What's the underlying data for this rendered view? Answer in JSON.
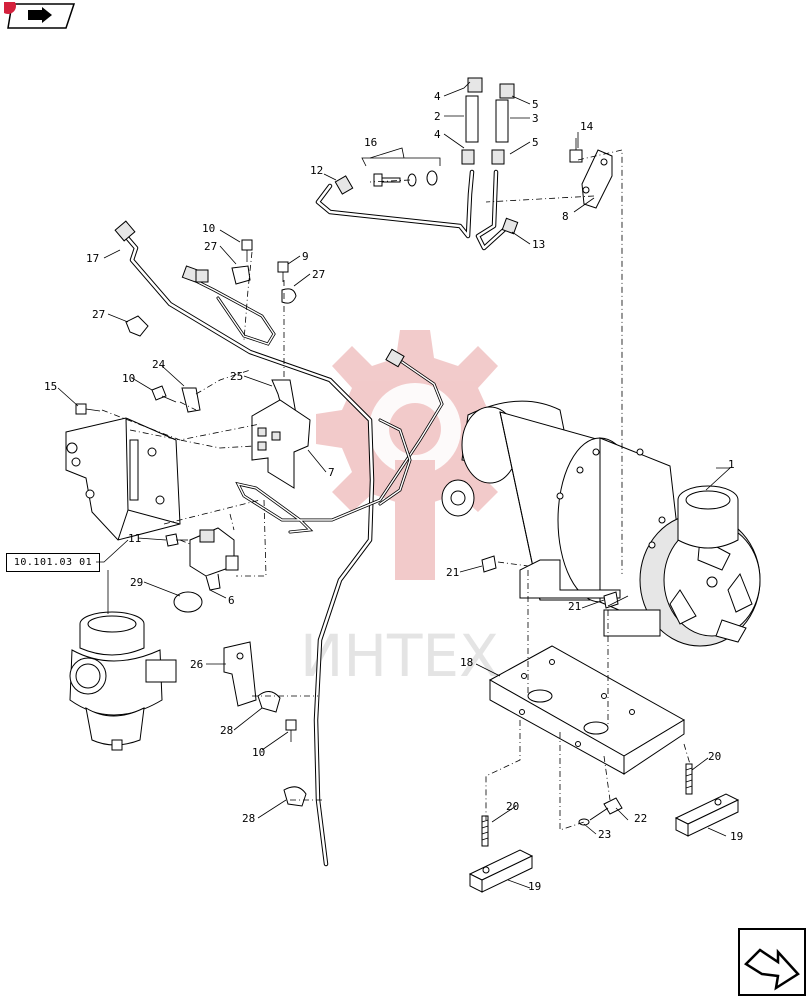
{
  "reference": {
    "code": "10.101.03 01"
  },
  "watermark": {
    "text": "ИНТЕХ",
    "color": "#e8a0a0"
  },
  "navigation": {
    "badge_color": "#d4213d"
  },
  "callouts": [
    "1",
    "2",
    "3",
    "4",
    "4",
    "5",
    "5",
    "6",
    "7",
    "8",
    "9",
    "10",
    "10",
    "10",
    "11",
    "12",
    "13",
    "14",
    "15",
    "16",
    "17",
    "18",
    "19",
    "19",
    "20",
    "20",
    "21",
    "21",
    "22",
    "23",
    "24",
    "25",
    "26",
    "27",
    "27",
    "27",
    "28",
    "28",
    "29"
  ]
}
